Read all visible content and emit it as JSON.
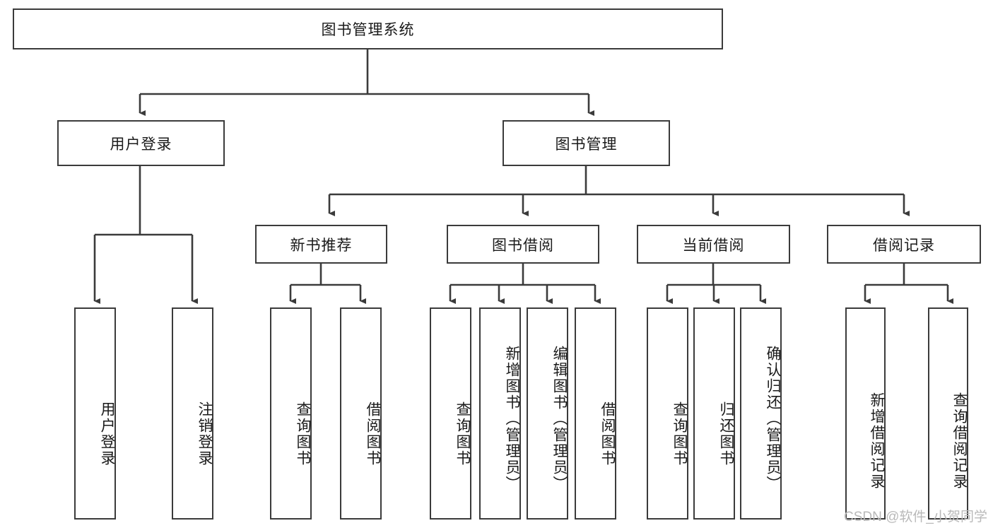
{
  "diagram": {
    "type": "tree-hierarchy",
    "title": "图书管理系统",
    "watermark": "CSDN @软件_小贺同学",
    "colors": {
      "stroke": "#3b3b3b",
      "fill": "#ffffff",
      "text": "#1a1a1a",
      "watermark": "#b9b9b9"
    },
    "root": {
      "label": "图书管理系统",
      "orientation": "horizontal"
    },
    "level2": [
      {
        "label": "用户登录",
        "orientation": "horizontal"
      },
      {
        "label": "图书管理",
        "orientation": "horizontal"
      }
    ],
    "level3": [
      {
        "label": "新书推荐",
        "orientation": "horizontal"
      },
      {
        "label": "图书借阅",
        "orientation": "horizontal"
      },
      {
        "label": "当前借阅",
        "orientation": "horizontal"
      },
      {
        "label": "借阅记录",
        "orientation": "horizontal"
      }
    ],
    "leaves": {
      "user_login": [
        {
          "label": "用户登录",
          "orientation": "vertical"
        },
        {
          "label": "注销登录",
          "orientation": "vertical"
        }
      ],
      "new_book_recommend": [
        {
          "label": "查询图书",
          "orientation": "vertical"
        },
        {
          "label": "借阅图书",
          "orientation": "vertical"
        }
      ],
      "book_borrow": [
        {
          "label": "查询图书",
          "orientation": "vertical"
        },
        {
          "label": "新增图书（管理员）",
          "orientation": "vertical"
        },
        {
          "label": "编辑图书（管理员）",
          "orientation": "vertical"
        },
        {
          "label": "借阅图书",
          "orientation": "vertical"
        }
      ],
      "current_borrow": [
        {
          "label": "查询图书",
          "orientation": "vertical"
        },
        {
          "label": "归还图书",
          "orientation": "vertical"
        },
        {
          "label": "确认归还（管理员）",
          "orientation": "vertical"
        }
      ],
      "borrow_record": [
        {
          "label": "新增借阅记录",
          "orientation": "vertical"
        },
        {
          "label": "查询借阅记录",
          "orientation": "vertical"
        }
      ]
    }
  }
}
